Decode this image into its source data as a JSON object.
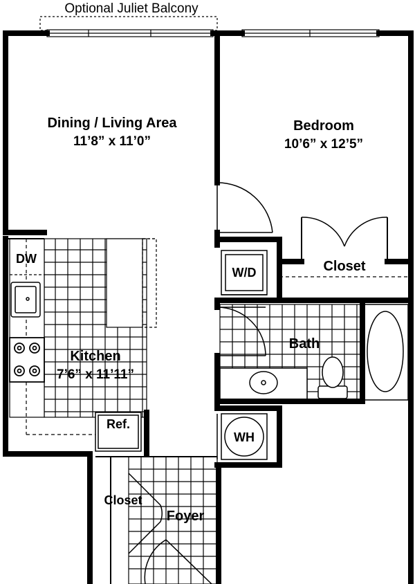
{
  "balcony": {
    "label": "Optional Juliet Balcony"
  },
  "rooms": {
    "living": {
      "name": "Dining / Living Area",
      "dims": "11’8” x 11’0”"
    },
    "bedroom": {
      "name": "Bedroom",
      "dims": "10’6” x 12’5”"
    },
    "kitchen": {
      "name": "Kitchen",
      "dims": "7’6” x 11’11”"
    },
    "bath": {
      "name": "Bath"
    },
    "bedroom_closet": {
      "name": "Closet"
    },
    "entry_closet": {
      "name": "Closet"
    },
    "foyer": {
      "name": "Foyer"
    }
  },
  "fixtures": {
    "dishwasher": "DW",
    "washer_dryer": "W/D",
    "refrigerator": "Ref.",
    "water_heater": "WH"
  }
}
